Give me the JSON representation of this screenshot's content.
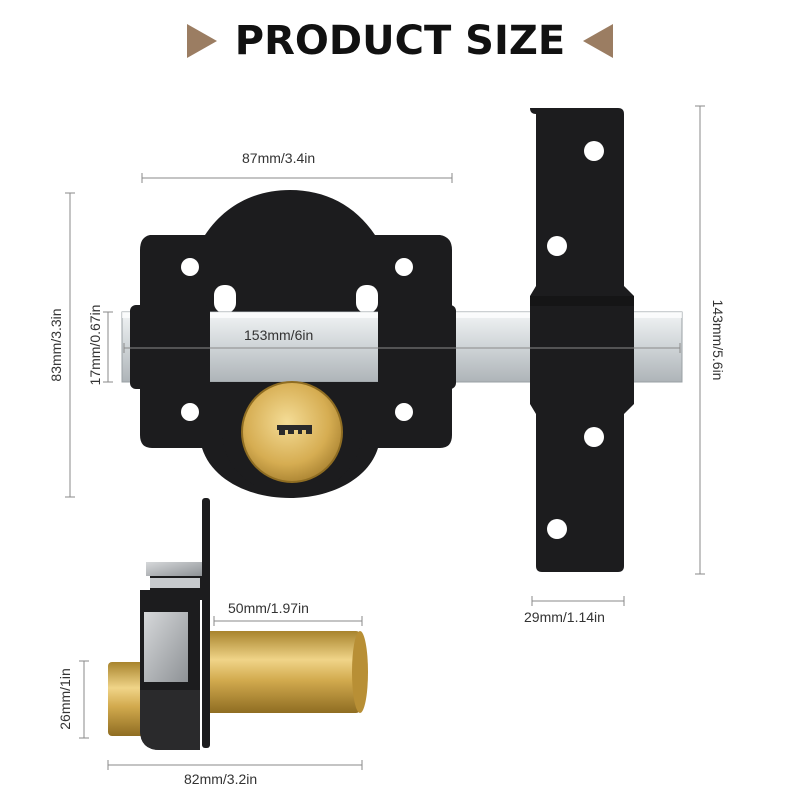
{
  "title": "PRODUCT SIZE",
  "colors": {
    "accent": "#9b7d62",
    "lock_body": "#1c1c1e",
    "bolt": "#d8dde0",
    "brass": "#c9a046",
    "dimension_line": "#8a8a8a"
  },
  "icons": [
    "triangle-right-icon",
    "triangle-left-icon",
    "key-icon"
  ],
  "dimensions": {
    "width_top": "87mm/3.4in",
    "height_left": "83mm/3.3in",
    "bolt_height": "17mm/0.67in",
    "bolt_length": "153mm/6in",
    "keep_height": "143mm/5.6in",
    "keep_width": "29mm/1.14in",
    "cylinder_length": "50mm/1.97in",
    "cylinder_height": "26mm/1in",
    "total_depth": "82mm/3.2in"
  }
}
